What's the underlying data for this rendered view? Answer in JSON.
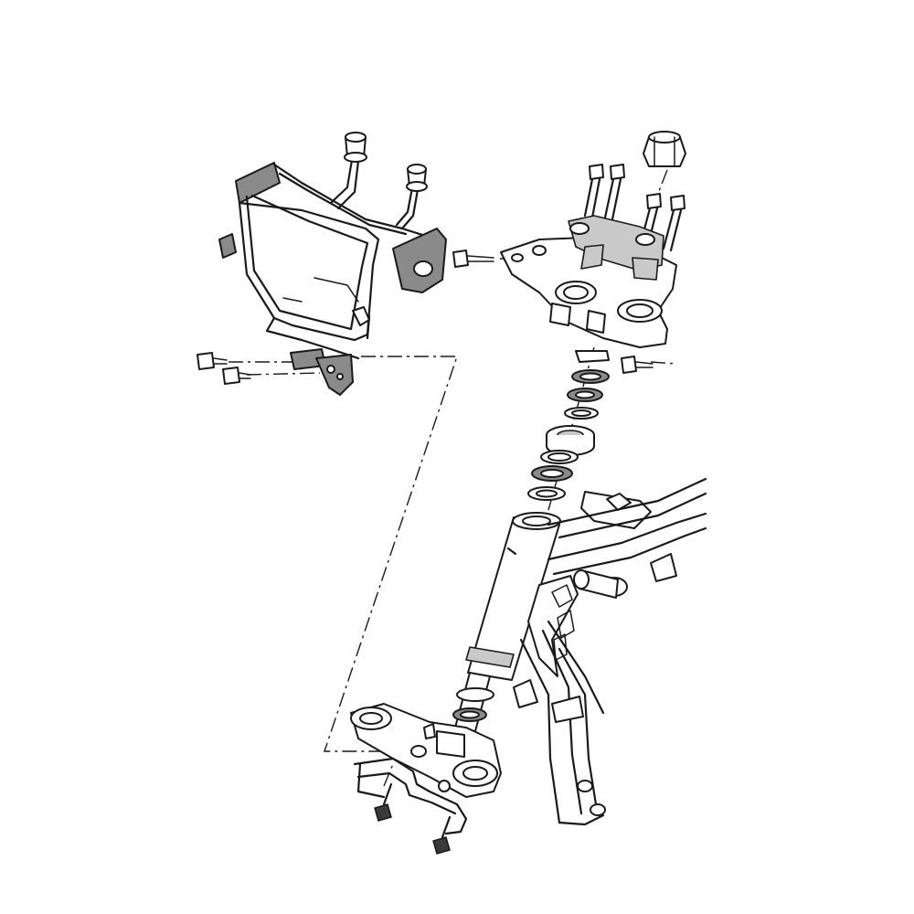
{
  "diagram": {
    "style": "exploded parts view, black line-art on white",
    "colors": {
      "line": "#1a1a1a",
      "fill_gray": "#8a8a8a",
      "fill_light": "#c9c9c9",
      "background": "#ffffff"
    },
    "components": [
      {
        "id": "headlight-bracket",
        "highlighted": true
      },
      {
        "id": "bracket-bolt",
        "count": 2
      },
      {
        "id": "top-nut"
      },
      {
        "id": "handlebar-holder-bolt",
        "count": 4
      },
      {
        "id": "upper-bracket"
      },
      {
        "id": "upper-bracket-bolt",
        "count": 2
      },
      {
        "id": "steering-bearing-stack"
      },
      {
        "id": "frame"
      },
      {
        "id": "lower-bracket"
      },
      {
        "id": "brake-hose-guide"
      },
      {
        "id": "guide-bolt",
        "count": 2
      }
    ]
  }
}
